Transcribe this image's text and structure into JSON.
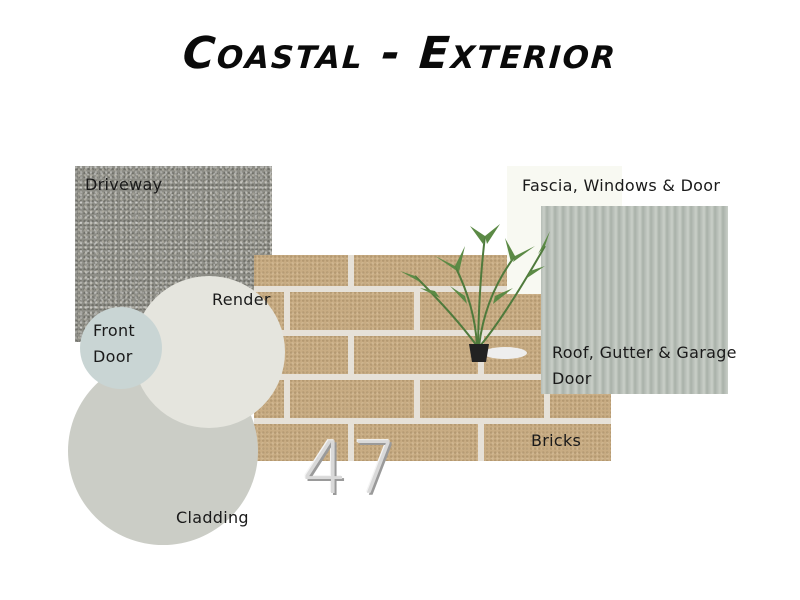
{
  "title": "Coastal - Exterior",
  "swatches": {
    "driveway": {
      "label": "Driveway",
      "color": "#8d8d86"
    },
    "render": {
      "label": "Render",
      "color": "#e5e5de"
    },
    "front_door": {
      "label_line1": "Front",
      "label_line2": "Door",
      "color": "#c9d5d4"
    },
    "cladding": {
      "label": "Cladding",
      "color": "#cbcdc6"
    },
    "bricks": {
      "label": "Bricks",
      "color": "#c8ac83"
    },
    "fascia": {
      "label": "Fascia, Windows & Door",
      "color": "#f8f9f2"
    },
    "roof": {
      "label_line1": "Roof, Gutter & Garage",
      "label_line2": "Door",
      "color": "#b6bdb6"
    }
  },
  "house_number": "47",
  "decor": {
    "plant": "potted-palm"
  }
}
